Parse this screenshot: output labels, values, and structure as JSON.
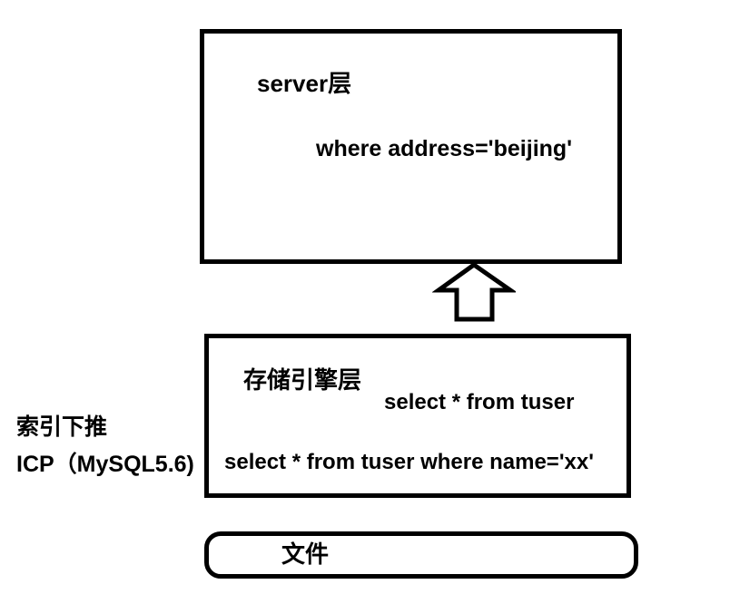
{
  "diagram": {
    "background_color": "#ffffff",
    "stroke_color": "#000000",
    "server_box": {
      "title": "server层",
      "condition": "where address='beijing'"
    },
    "storage_box": {
      "title": "存储引擎层",
      "query_received": "select * from tuser",
      "query_pushed": "select * from tuser where name='xx'"
    },
    "side_label": {
      "line1": "索引下推",
      "line2": "ICP（MySQL5.6)"
    },
    "file_box": {
      "label": "文件"
    },
    "arrow": {
      "direction": "up",
      "style": "hollow-block-arrow"
    }
  }
}
